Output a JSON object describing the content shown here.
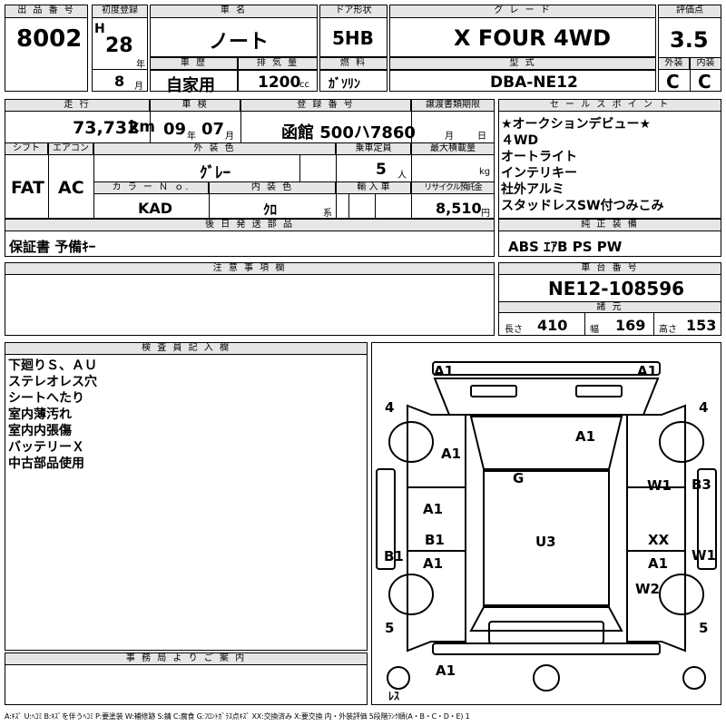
{
  "header": {
    "lot_label": "出 品 番 号",
    "lot": "8002",
    "first_reg_label": "初度登録",
    "era": "H",
    "year": "28",
    "year_unit": "年",
    "month": "8",
    "month_unit": "月",
    "car_name_label": "車 名",
    "car_name": "ノート",
    "doors_label": "ドア形状",
    "doors": "5HB",
    "grade_label": "グ レ ー ド",
    "grade": "X FOUR 4WD",
    "score_label": "評価点",
    "score": "3.5",
    "history_label": "車 歴",
    "history": "自家用",
    "displacement_label": "排 気 量",
    "displacement": "1200",
    "displacement_unit": "cc",
    "fuel_label": "燃 料",
    "fuel": "ｶﾞｿﾘﾝ",
    "model_label": "型 式",
    "model": "DBA-NE12",
    "exterior_label": "外装",
    "exterior": "C",
    "interior_label": "内装",
    "interior": "C"
  },
  "row2": {
    "mileage_label": "走 行",
    "mileage": "73,732",
    "mileage_unit": "km",
    "inspection_label": "車 検",
    "insp_year": "09",
    "insp_year_unit": "年",
    "insp_month": "07",
    "insp_month_unit": "月",
    "plate_label": "登 録 番 号",
    "plate": "函館 500ハ7860",
    "transfer_label": "譲渡書類期限",
    "transfer_month_unit": "月",
    "transfer_day_unit": "日",
    "shift_label": "シフト",
    "shift": "FAT",
    "ac_label": "エアコン",
    "ac": "AC",
    "color_label": "外 装 色",
    "color": "ｸﾞﾚｰ",
    "capacity_label": "乗車定員",
    "capacity": "5",
    "capacity_unit": "人",
    "load_label": "最大積載量",
    "load_unit": "kg",
    "color_no_label": "カ ラ ー Ｎ ｏ.",
    "color_no": "KAD",
    "int_color_label": "内 装 色",
    "int_color": "ｸﾛ",
    "int_color_unit": "系",
    "import_label": "輸 入 車",
    "recycle_label": "リサイクル預託金",
    "recycle": "8,510",
    "recycle_unit": "円"
  },
  "sales_points": {
    "label": "セ ー ル ス ポ イ ン ト",
    "lines": [
      "★オークションデビュー★",
      "４WD",
      "オートライト",
      "インテリキー",
      "社外アルミ",
      "スタッドレスSW付つみこみ"
    ]
  },
  "later_parts": {
    "label": "後 日 発 送 部 品",
    "text": "保証書 予備ｷｰ"
  },
  "options": {
    "label": "純 正 装 備",
    "text": "ABS ｴｱB PS PW"
  },
  "notes": {
    "label": "注 意 事 項 欄"
  },
  "chassis": {
    "label": "車 台 番 号",
    "value": "NE12-108596"
  },
  "dimensions": {
    "label": "諸 元",
    "length_label": "長さ",
    "length": "410",
    "width_label": "幅",
    "width": "169",
    "height_label": "高さ",
    "height": "153"
  },
  "inspector": {
    "label": "検 査 員 記 入 欄",
    "lines": [
      "下廻りＳ、ＡＵ",
      "ステレオレス穴",
      "シートへたり",
      "室内薄汚れ",
      "室内内張傷",
      "バッテリーＸ",
      "中古部品使用"
    ]
  },
  "office": {
    "label": "事 務 局 よ り ご 案 内"
  },
  "diagram": {
    "tread_fl": "4",
    "tread_fr": "4",
    "tread_rl": "5",
    "tread_rr": "5",
    "marks": {
      "front_l": "A1",
      "front_r": "A1",
      "hood_l": "A1",
      "hood_r": "A1",
      "roof": "G",
      "fender_l": "A1",
      "door_l1": "B1",
      "door_l2": "A1",
      "side_l": "B1",
      "roof_center": "U3",
      "fender_r1": "W1",
      "fender_r2": "B3",
      "door_r1": "XX",
      "door_r2": "A1",
      "side_r": "W1",
      "quarter_r": "W2",
      "rear": "A1",
      "spare": "ﾚｽ"
    }
  },
  "legend": "A:ｷｽﾞ U:ﾍｺﾐ B:ｷｽﾞを伴うﾍｺﾐ P:要塗装 W:補修跡 S:錆 C:腐食 G:ﾌﾛﾝﾄｶﾞﾗｽ点ｷｽﾞ XX:交換済み X:要交換 内・外装評価 5段階ﾗﾝｸ順(A・B・C・D・E) 1"
}
